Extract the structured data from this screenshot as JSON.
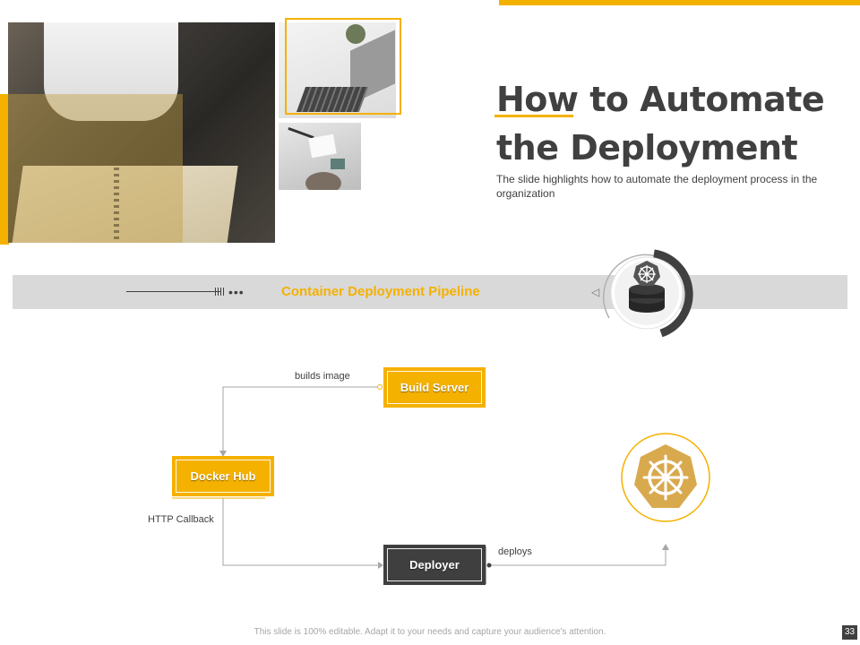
{
  "slide": {
    "title_line1": "How to Automate",
    "title_line2": "the Deployment",
    "subtitle": "The slide highlights how to automate the deployment process in the organization"
  },
  "pipeline": {
    "label": "Container Deployment  Pipeline",
    "dots": "•••",
    "icon": "kubernetes-stack-icon"
  },
  "diagram": {
    "build_server": "Build Server",
    "docker_hub": "Docker Hub",
    "deployer": "Deployer",
    "label_builds": "builds image",
    "label_http": "HTTP Callback",
    "label_deploys": "deploys",
    "target_icon": "kubernetes-helm-icon"
  },
  "footer": {
    "note": "This slide is 100% editable. Adapt it to your needs and capture your audience's attention.",
    "page_number": "33"
  },
  "colors": {
    "accent": "#F5B100",
    "dark": "#404040",
    "band": "#D9D9D9",
    "target_fill": "#D9A94E"
  }
}
